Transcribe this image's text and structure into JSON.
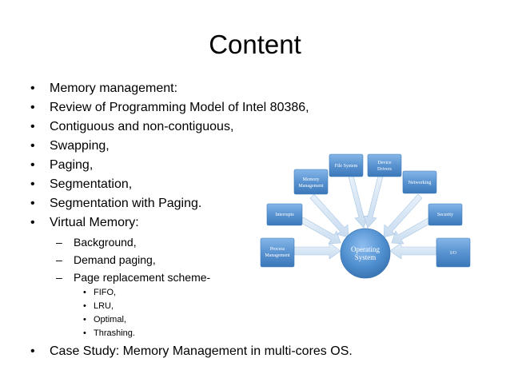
{
  "slide": {
    "title": "Content",
    "bullets": [
      "Memory management:",
      "Review of Programming Model of Intel 80386,",
      "Contiguous and non-contiguous,",
      "Swapping,",
      "Paging,",
      "Segmentation,",
      "Segmentation with Paging.",
      "Virtual Memory:"
    ],
    "sub_bullets": [
      "Background,",
      "Demand paging,",
      "Page replacement scheme-"
    ],
    "sub_sub_bullets": [
      "FIFO,",
      "LRU,",
      "Optimal,",
      "Thrashing."
    ],
    "last_bullet": "Case Study: Memory Management in multi-cores OS."
  },
  "diagram": {
    "center": [
      "Operating",
      "System"
    ],
    "nodes": {
      "process_management": [
        "Process",
        "Management"
      ],
      "interrupts": [
        "Interrupts"
      ],
      "memory_management": [
        "Memory",
        "Management"
      ],
      "file_system": [
        "File System"
      ],
      "device_drivers": [
        "Device",
        "Drivers"
      ],
      "networking": [
        "Networking"
      ],
      "security": [
        "Security"
      ],
      "io": [
        "I/O"
      ]
    }
  },
  "colors": {
    "box_top": "#7fb2e5",
    "box_bottom": "#3b78b9",
    "arrow_fill": "#d9e7f5",
    "center_fill": "#4f8fcf"
  }
}
